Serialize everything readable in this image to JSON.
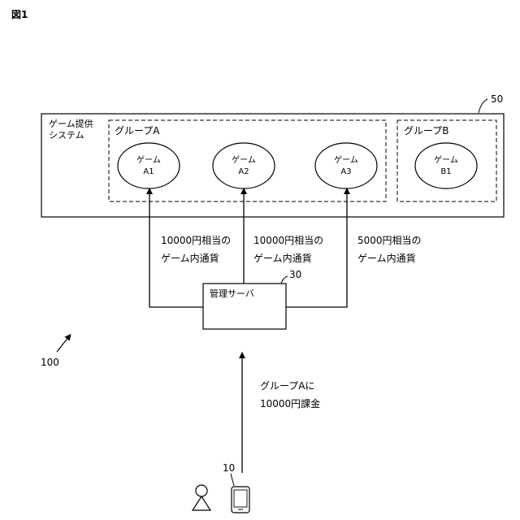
{
  "figure_label": "図1",
  "system": {
    "ref": "50",
    "title_lines": [
      "ゲーム提供",
      "システム"
    ]
  },
  "groups": [
    {
      "label": "グループA",
      "games": [
        {
          "line1": "ゲーム",
          "line2": "A1"
        },
        {
          "line1": "ゲーム",
          "line2": "A2"
        },
        {
          "line1": "ゲーム",
          "line2": "A3"
        }
      ]
    },
    {
      "label": "グループB",
      "games": [
        {
          "line1": "ゲーム",
          "line2": "B1"
        }
      ]
    }
  ],
  "flows": [
    {
      "line1": "10000円相当の",
      "line2": "ゲーム内通貨"
    },
    {
      "line1": "10000円相当の",
      "line2": "ゲーム内通貨"
    },
    {
      "line1": "5000円相当の",
      "line2": "ゲーム内通貨"
    }
  ],
  "server": {
    "label": "管理サーバ",
    "ref": "30"
  },
  "charge": {
    "line1": "グループAに",
    "line2": "10000円課金"
  },
  "user": {
    "ref": "10"
  },
  "overall_ref": "100"
}
